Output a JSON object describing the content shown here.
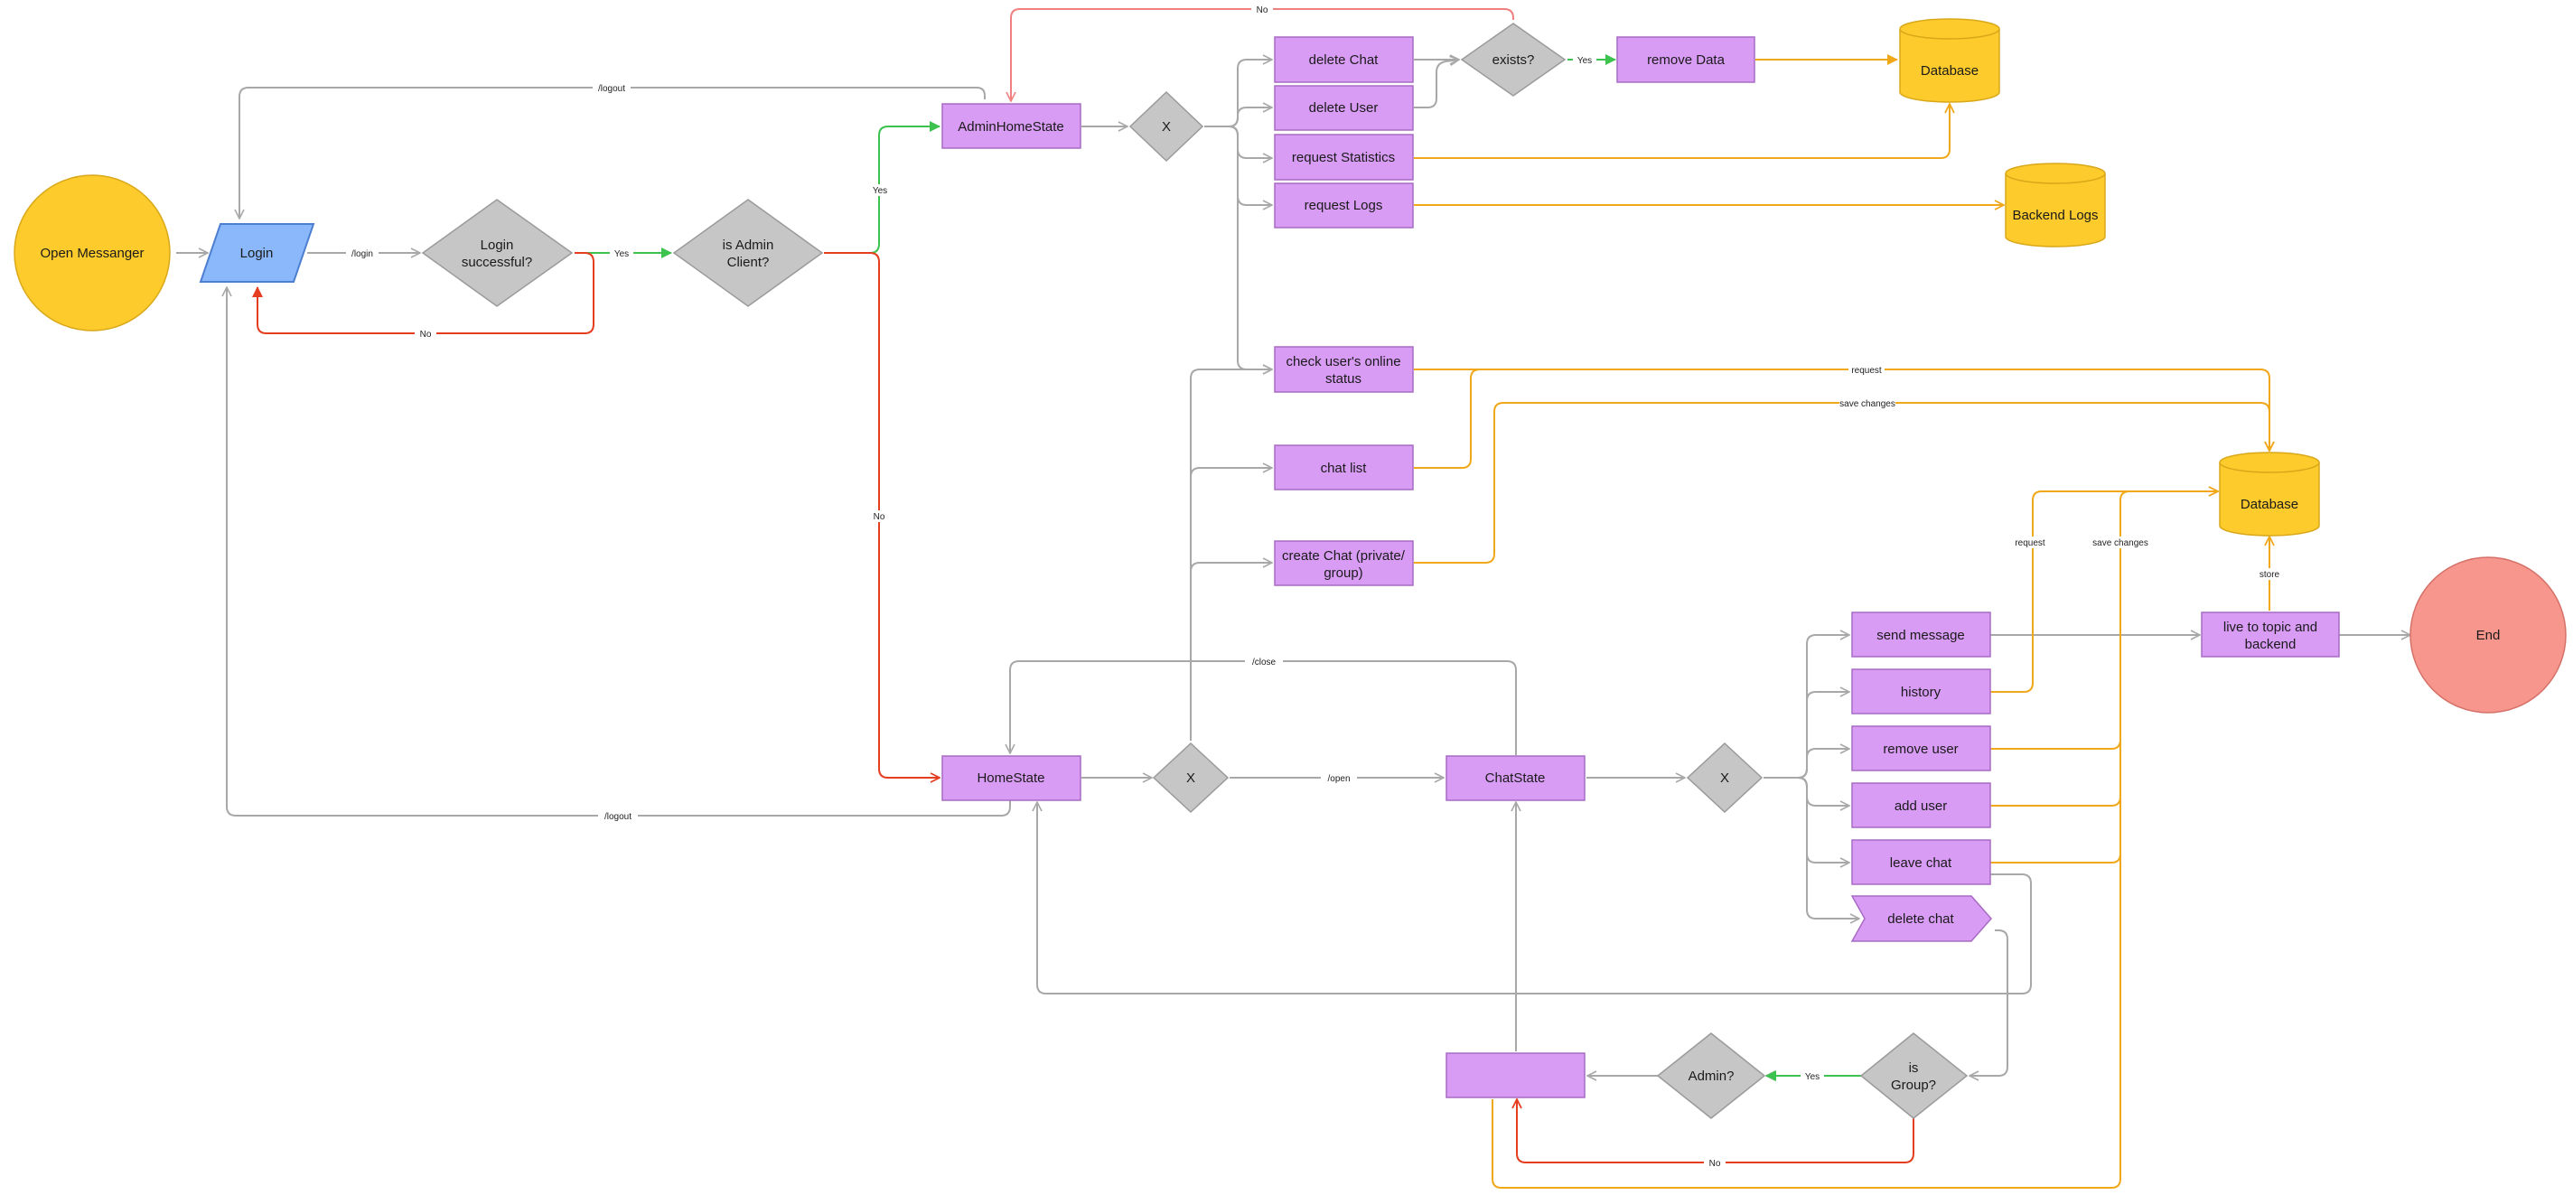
{
  "colors": {
    "gray": "#a8a8a8",
    "green": "#3cc24f",
    "red": "#e53d1f",
    "orange": "#f0a81a",
    "pink": "#f08080",
    "process_fill": "#d99cf5",
    "process_stroke": "#a86bc4",
    "decision_fill": "#c6c6c6",
    "decision_stroke": "#9a9a9a",
    "terminal_start": "#fdcb2c",
    "terminal_end": "#f7968d",
    "input_fill": "#8ab8fa",
    "database_fill": "#fdcb2c"
  },
  "nodes": {
    "open_messanger": "Open Messanger",
    "login": "Login",
    "login_successful": [
      "Login",
      "successful?"
    ],
    "is_admin_client": [
      "is Admin",
      "Client?"
    ],
    "admin_home_state": "AdminHomeState",
    "admin_x": "X",
    "delete_chat_admin": "delete Chat",
    "delete_user": "delete User",
    "request_statistics": "request Statistics",
    "request_logs": "request Logs",
    "exists": "exists?",
    "remove_data": "remove Data",
    "database_top": "Database",
    "backend_logs": "Backend Logs",
    "check_online": [
      "check user's online",
      "status"
    ],
    "chat_list": "chat list",
    "create_chat": [
      "create Chat (private/",
      "group)"
    ],
    "database_mid": "Database",
    "home_state": "HomeState",
    "home_x": "X",
    "chat_state": "ChatState",
    "chat_x": "X",
    "send_message": "send message",
    "history": "history",
    "remove_user": "remove user",
    "add_user": "add user",
    "leave_chat": "leave chat",
    "delete_chat": "delete chat",
    "live_topic": [
      "live to topic and",
      "backend"
    ],
    "end": "End",
    "is_group": [
      "is",
      "Group?"
    ],
    "admin_q": "Admin?",
    "blank_box": ""
  },
  "edge_labels": {
    "no_top": "No",
    "logout_top": "/logout",
    "login_edge": "/login",
    "yes_login": "Yes",
    "no_login": "No",
    "yes_admin": "Yes",
    "no_admin": "No",
    "yes_exists": "Yes",
    "request_a": "request",
    "save_changes_a": "save changes",
    "request_b": "request",
    "save_changes_b": "save changes",
    "store": "store",
    "close": "/close",
    "open": "/open",
    "logout_bottom": "/logout",
    "yes_group": "Yes",
    "no_group": "No"
  }
}
